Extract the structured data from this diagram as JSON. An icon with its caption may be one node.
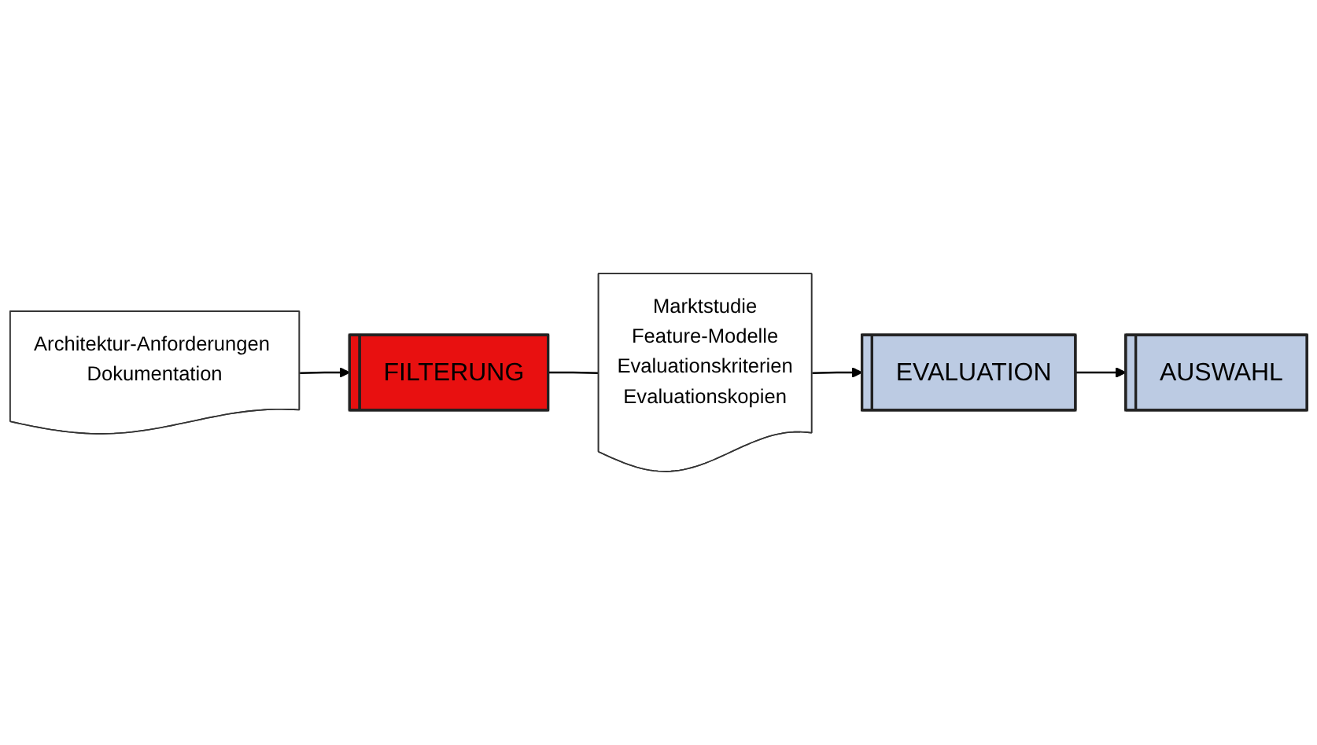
{
  "diagram": {
    "nodes": [
      {
        "text": [
          "Architektur-Anforderungen Dokumentation"
        ]
      },
      {
        "text": [
          "FILTERUNG"
        ]
      },
      {
        "text": [
          "Marktstudie",
          "Feature-Modelle",
          "Evaluationskriterien",
          "Evaluationskopien"
        ]
      },
      {
        "text": [
          "EVALUATION"
        ]
      },
      {
        "text": [
          "AUSWAHL"
        ]
      }
    ],
    "edges": [
      {
        "from": 0,
        "to": 1,
        "arrow": "to"
      },
      {
        "from": 1,
        "to": 2,
        "arrow": "none"
      },
      {
        "from": 2,
        "to": 3,
        "arrow": "to"
      },
      {
        "from": 3,
        "to": 4,
        "arrow": "to"
      }
    ]
  }
}
